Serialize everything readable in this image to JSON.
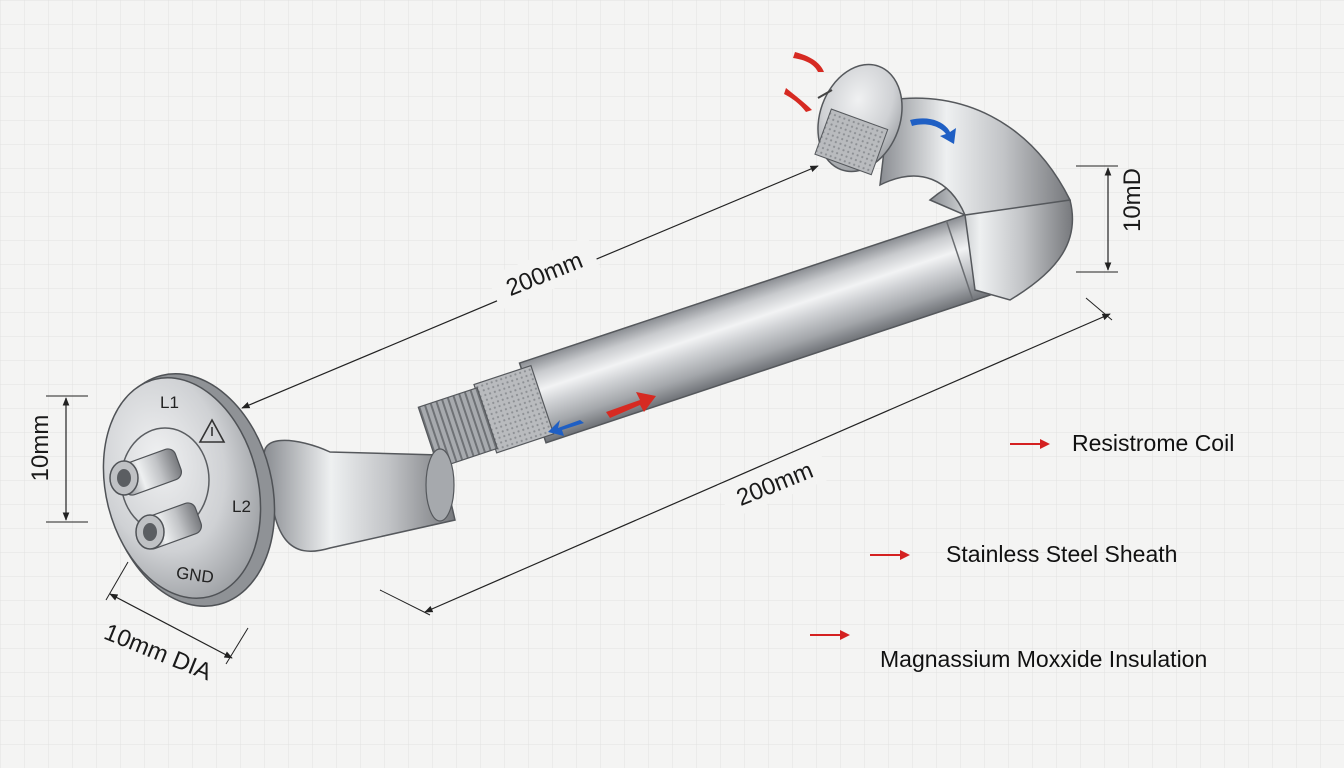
{
  "dimensions": {
    "top_length": "200mm",
    "bottom_length": "200mm",
    "right_height": "10mD",
    "left_height": "10mm",
    "flange_diameter": "10mm DIA"
  },
  "terminals": {
    "l1": "L1",
    "l2": "L2",
    "gnd": "GND"
  },
  "legend": [
    {
      "label": "Resistrome Coil",
      "arrow_color": "#d42020"
    },
    {
      "label": "Stainless Steel Sheath",
      "arrow_color": "#d42020"
    },
    {
      "label": "Magnassium Moxxide Insulation",
      "arrow_color": "#d42020"
    }
  ],
  "flow_colors": {
    "hot": "#d62a22",
    "cold": "#1f5fc4"
  }
}
